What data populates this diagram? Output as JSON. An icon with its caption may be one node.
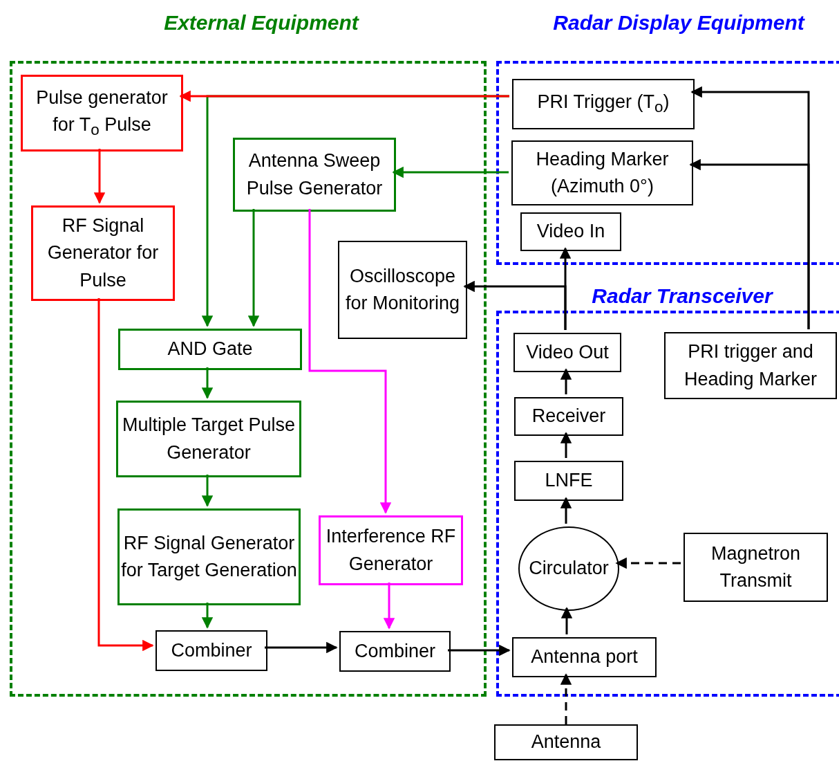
{
  "diagram": {
    "nodes": [
      {
        "text": [
          "External Equipment"
        ]
      },
      {
        "text": [
          "Radar Display Equipment"
        ]
      },
      {
        "text": [
          "Radar Transceiver"
        ]
      },
      {
        "text": [
          "Pulse generator for T$_{o}$ Pulse"
        ],
        "in": 0
      },
      {
        "text": [
          "RF Signal Generator for Pulse"
        ],
        "in": 0
      },
      {
        "text": [
          "Antenna Sweep Pulse Generator"
        ],
        "in": 0
      },
      {
        "text": [
          "Oscilloscope for Monitoring"
        ],
        "in": 0
      },
      {
        "text": [
          "AND Gate"
        ],
        "in": 0
      },
      {
        "text": [
          "Multiple Target Pulse Generator"
        ],
        "in": 0
      },
      {
        "text": [
          "RF Signal Generator for Target Generation"
        ],
        "in": 0
      },
      {
        "text": [
          "Interference RF Generator"
        ],
        "in": 0
      },
      {
        "text": [
          "Combiner"
        ],
        "in": 0
      },
      {
        "text": [
          "Combiner"
        ],
        "in": 0
      },
      {
        "text": [
          "PRI Trigger (T$_{o}$)"
        ],
        "in": 1
      },
      {
        "text": [
          "Heading Marker (Azimuth 0°)"
        ],
        "in": 1
      },
      {
        "text": [
          "Video In"
        ],
        "in": 1
      },
      {
        "text": [
          "Video Out"
        ],
        "in": 2
      },
      {
        "text": [
          "PRI trigger and Heading Marker"
        ],
        "in": 2
      },
      {
        "text": [
          "Receiver"
        ],
        "in": 2
      },
      {
        "text": [
          "LNFE"
        ],
        "in": 2
      },
      {
        "text": [
          "Circulator"
        ],
        "in": 2
      },
      {
        "text": [
          "Magnetron Transmit"
        ],
        "in": 2
      },
      {
        "text": [
          "Antenna port"
        ],
        "in": 2
      },
      {
        "text": [
          "Antenna"
        ]
      }
    ],
    "edges": [
      {
        "from": 13,
        "to": 7,
        "arrow": "to",
        "color": "#008000"
      },
      {
        "from": 13,
        "to": 3,
        "arrow": "to",
        "color": "#ff0000"
      },
      {
        "from": 3,
        "to": 4,
        "arrow": "to",
        "color": "#ff0000"
      },
      {
        "from": 14,
        "to": 5,
        "arrow": "to",
        "color": "#008000"
      },
      {
        "from": 5,
        "to": 7,
        "arrow": "to",
        "color": "#008000"
      },
      {
        "from": 5,
        "to": 10,
        "arrow": "to",
        "color": "#ff00ff"
      },
      {
        "from": 7,
        "to": 8,
        "arrow": "to",
        "color": "#008000"
      },
      {
        "from": 8,
        "to": 9,
        "arrow": "to",
        "color": "#008000"
      },
      {
        "from": 9,
        "to": 11,
        "arrow": "to",
        "color": "#008000"
      },
      {
        "from": 4,
        "to": 11,
        "arrow": "to",
        "color": "#ff0000"
      },
      {
        "from": 11,
        "to": 12,
        "arrow": "to"
      },
      {
        "from": 10,
        "to": 12,
        "arrow": "to",
        "color": "#ff00ff"
      },
      {
        "from": 12,
        "to": 22,
        "arrow": "to"
      },
      {
        "from": 16,
        "to": 15,
        "arrow": "to"
      },
      {
        "from": 16,
        "to": 6,
        "arrow": "to"
      },
      {
        "from": 18,
        "to": 16,
        "arrow": "to"
      },
      {
        "from": 19,
        "to": 18,
        "arrow": "to"
      },
      {
        "from": 20,
        "to": 19,
        "arrow": "to"
      },
      {
        "from": 22,
        "to": 20,
        "arrow": "to"
      },
      {
        "from": 21,
        "to": 20,
        "arrow": "to",
        "style": "dashed"
      },
      {
        "from": 23,
        "to": 22,
        "arrow": "to",
        "style": "dashed"
      },
      {
        "from": 17,
        "to": 13,
        "arrow": "to"
      },
      {
        "from": 17,
        "to": 14,
        "arrow": "to"
      }
    ]
  }
}
